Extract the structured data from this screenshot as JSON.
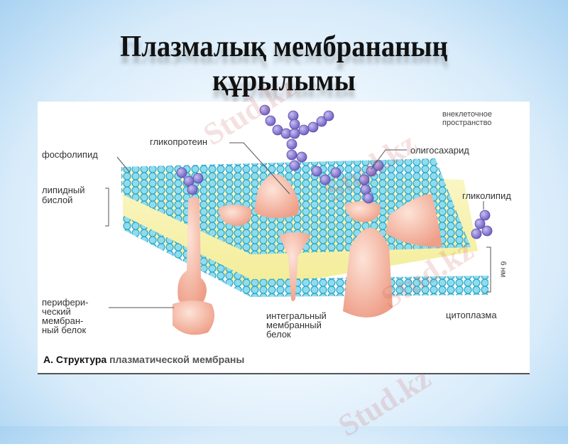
{
  "slide": {
    "title_line1": "Плазмалық мембрананың",
    "title_line2": "құрылымы"
  },
  "diagram": {
    "labels": {
      "extracellular": [
        "внеклеточное",
        "пространство"
      ],
      "glycoprotein": "гликопротеин",
      "phospholipid": "фосфолипид",
      "lipid_bilayer": [
        "липидный",
        "бислой"
      ],
      "oligosaccharide": "олигосахарид",
      "glycolipid": "гликолипид",
      "thickness": "6 нм",
      "cytoplasm": "цитоплазма",
      "peripheral_protein": [
        "перифери-",
        "ческий",
        "мембран-",
        "ный белок"
      ],
      "integral_protein": [
        "интегральный",
        "мембранный",
        "белок"
      ]
    },
    "caption": {
      "prefix": "А. Структура",
      "rest": "плазматической мембраны"
    },
    "colors": {
      "lipid_head": "#5ec8e0",
      "lipid_tail": "#f7f2a8",
      "protein": "#f3b7a4",
      "sugar": "#8a7fd0"
    }
  },
  "watermark": {
    "text": "Stud.kz"
  }
}
